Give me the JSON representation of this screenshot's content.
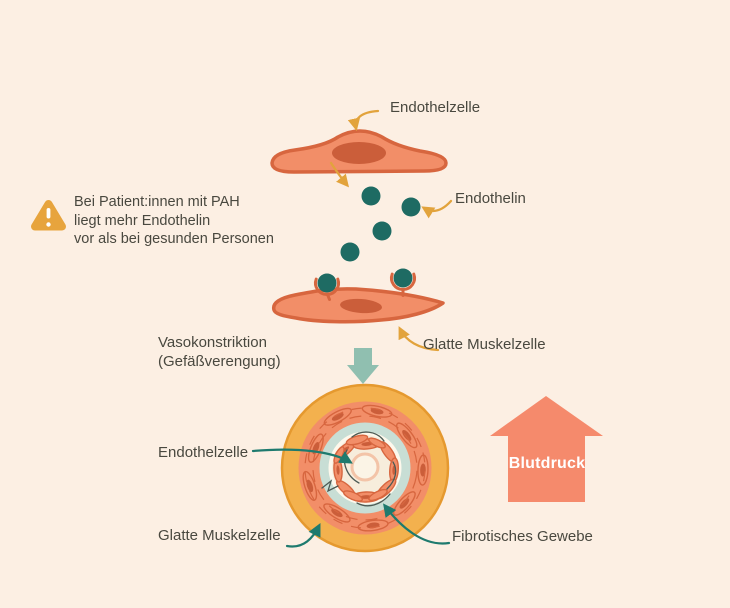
{
  "figure_title": "PAH Endothelin Vasokonstriktion Schema",
  "colors": {
    "bg": "#FCEFE3",
    "ink": "#49483F",
    "cell-fill": "#F28E68",
    "cell-stroke": "#D7663F",
    "nucleus": "#CB5E3A",
    "teal-dot": "#1E6B63",
    "teal-arrow": "#1E7A6E",
    "amber": "#E7A43D",
    "amber-arrow": "#E2A33C",
    "sage": "#90BFB0",
    "blood": "#F58A6C",
    "gold": "#F3B14E",
    "gold-stroke": "#E5992F",
    "teal-band": "#C8DED5",
    "white-band": "#FDF8EC",
    "cream-inner": "#F7EDDC",
    "squiggle": "#4D5B55",
    "lumen-fill": "#FBF4E6",
    "lumen-stroke": "#F3C4A8"
  },
  "callout": {
    "icon": "warning-triangle-icon",
    "line1": "Bei Patient:innen mit PAH",
    "line2": "liegt mehr Endothelin",
    "line3": "vor als bei gesunden Personen"
  },
  "cell_diagram": {
    "endothelial_cell_label": "Endothelzelle",
    "endothelin_label": "Endothelin",
    "smooth_muscle_label": "Glatte Muskelzelle",
    "endothelin_dot_count": 6
  },
  "process": {
    "line1": "Vasokonstriktion",
    "line2": "(Gefäßverengung)"
  },
  "vessel": {
    "endothelial_cell_label": "Endothelzelle",
    "smooth_muscle_label": "Glatte Muskelzelle",
    "fibrotic_tissue_label": "Fibrotisches Gewebe"
  },
  "blood_pressure": {
    "label": "Blutdruck",
    "direction": "up"
  }
}
